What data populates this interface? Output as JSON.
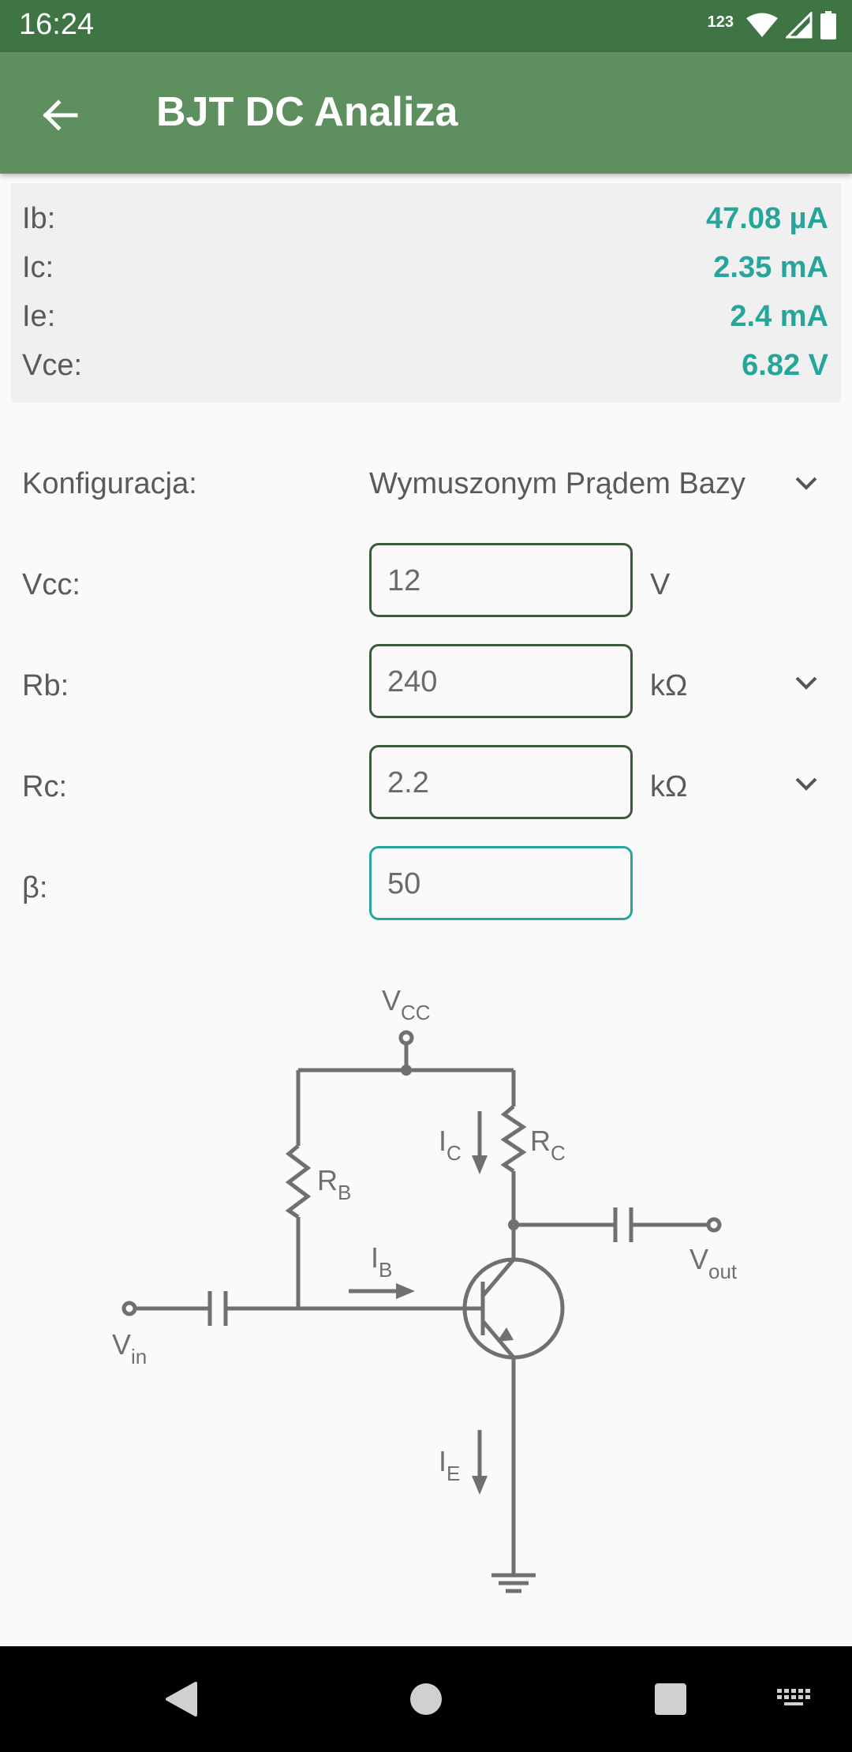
{
  "status_bar": {
    "time": "16:24",
    "badge": "123"
  },
  "app_bar": {
    "title": "BJT DC Analiza"
  },
  "results": [
    {
      "label": "Ib:",
      "value": "47.08 µA"
    },
    {
      "label": "Ic:",
      "value": "2.35 mA"
    },
    {
      "label": "Ie:",
      "value": "2.4 mA"
    },
    {
      "label": "Vce:",
      "value": "6.82 V"
    }
  ],
  "form": {
    "configuration": {
      "label": "Konfiguracja:",
      "value": "Wymuszonym Prądem Bazy"
    },
    "vcc": {
      "label": "Vcc:",
      "value": "12",
      "unit": "V"
    },
    "rb": {
      "label": "Rb:",
      "value": "240",
      "unit": "kΩ"
    },
    "rc": {
      "label": "Rc:",
      "value": "2.2",
      "unit": "kΩ"
    },
    "beta": {
      "label": "β:",
      "value": "50"
    }
  },
  "diagram": {
    "vcc_main": "V",
    "vcc_sub": "CC",
    "rb_main": "R",
    "rb_sub": "B",
    "rc_main": "R",
    "rc_sub": "C",
    "ic_main": "I",
    "ic_sub": "C",
    "ib_main": "I",
    "ib_sub": "B",
    "ie_main": "I",
    "ie_sub": "E",
    "vin_main": "V",
    "vin_sub": "in",
    "vout_main": "V",
    "vout_sub": "out"
  },
  "colors": {
    "status_bar": "#3f7445",
    "app_bar": "#5e8f5e",
    "accent": "#26a69a",
    "wire": "#707070"
  }
}
